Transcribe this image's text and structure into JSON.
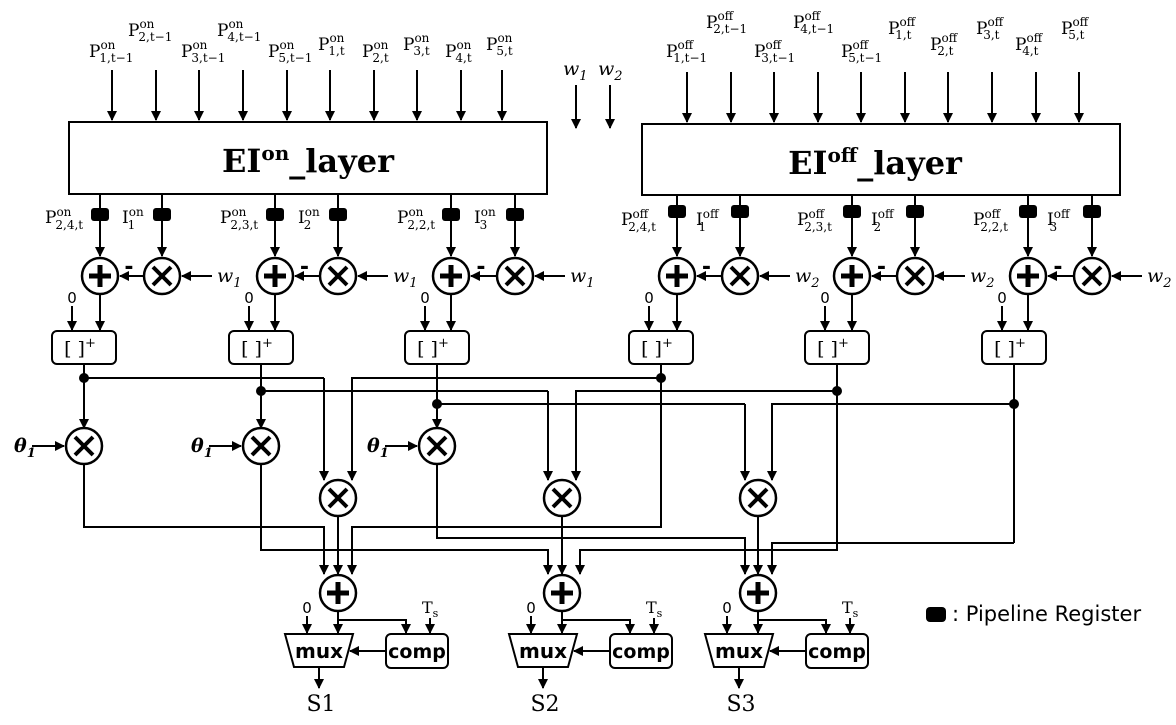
{
  "on_layer": {
    "name": "EI",
    "sup": "on",
    "suffix": "_layer",
    "inputs_row1": [
      {
        "base": "P",
        "sup": "on",
        "sub": "2,t−1"
      },
      {
        "base": "P",
        "sup": "on",
        "sub": "4,t−1"
      }
    ],
    "inputs_row2": [
      {
        "base": "P",
        "sup": "on",
        "sub": "1,t"
      }
    ],
    "inputs_row3": [
      {
        "base": "P",
        "sup": "on",
        "sub": "1,t−1"
      },
      {
        "base": "P",
        "sup": "on",
        "sub": "3,t−1"
      },
      {
        "base": "P",
        "sup": "on",
        "sub": "5,t−1"
      },
      {
        "base": "P",
        "sup": "on",
        "sub": "2,t"
      },
      {
        "base": "P",
        "sup": "on",
        "sub": "3,t"
      },
      {
        "base": "P",
        "sup": "on",
        "sub": "4,t"
      },
      {
        "base": "P",
        "sup": "on",
        "sub": "5,t"
      }
    ],
    "outputs": [
      {
        "base": "P",
        "sup": "on",
        "sub": "2,4,t"
      },
      {
        "base": "I",
        "sup": "on",
        "sub": "1"
      },
      {
        "base": "P",
        "sup": "on",
        "sub": "2,3,t"
      },
      {
        "base": "I",
        "sup": "on",
        "sub": "2"
      },
      {
        "base": "P",
        "sup": "on",
        "sub": "2,2,t"
      },
      {
        "base": "I",
        "sup": "on",
        "sub": "3"
      }
    ],
    "weight": {
      "base": "w",
      "sub": "1"
    }
  },
  "off_layer": {
    "name": "EI",
    "sup": "off",
    "suffix": "_layer",
    "inputs_row1": [
      {
        "base": "P",
        "sup": "off",
        "sub": "2,t−1"
      },
      {
        "base": "P",
        "sup": "off",
        "sub": "4,t−1"
      }
    ],
    "inputs_row2": [
      {
        "base": "P",
        "sup": "off",
        "sub": "1,t"
      },
      {
        "base": "P",
        "sup": "off",
        "sub": "3,t"
      },
      {
        "base": "P",
        "sup": "off",
        "sub": "5,t"
      }
    ],
    "inputs_row3": [
      {
        "base": "P",
        "sup": "off",
        "sub": "1,t−1"
      },
      {
        "base": "P",
        "sup": "off",
        "sub": "3,t−1"
      },
      {
        "base": "P",
        "sup": "off",
        "sub": "5,t−1"
      },
      {
        "base": "P",
        "sup": "off",
        "sub": "2,t"
      },
      {
        "base": "P",
        "sup": "off",
        "sub": "4,t"
      }
    ],
    "outputs": [
      {
        "base": "P",
        "sup": "off",
        "sub": "2,4,t"
      },
      {
        "base": "I",
        "sup": "off",
        "sub": "1"
      },
      {
        "base": "P",
        "sup": "off",
        "sub": "2,3,t"
      },
      {
        "base": "I",
        "sup": "off",
        "sub": "2"
      },
      {
        "base": "P",
        "sup": "off",
        "sub": "2,2,t"
      },
      {
        "base": "I",
        "sup": "off",
        "sub": "3"
      }
    ],
    "weight": {
      "base": "w",
      "sub": "2"
    }
  },
  "weights_top": [
    {
      "base": "w",
      "sub": "1"
    },
    {
      "base": "w",
      "sub": "2"
    }
  ],
  "theta": {
    "base": "θ",
    "sub": "1"
  },
  "relu_label": "[ ]",
  "relu_sup": "+",
  "zero": "0",
  "minus": "-",
  "mux_label": "mux",
  "comp_label": "comp",
  "ts": {
    "base": "T",
    "sub": "s"
  },
  "outputs": [
    "S1",
    "S2",
    "S3"
  ],
  "legend": ": Pipeline Register"
}
